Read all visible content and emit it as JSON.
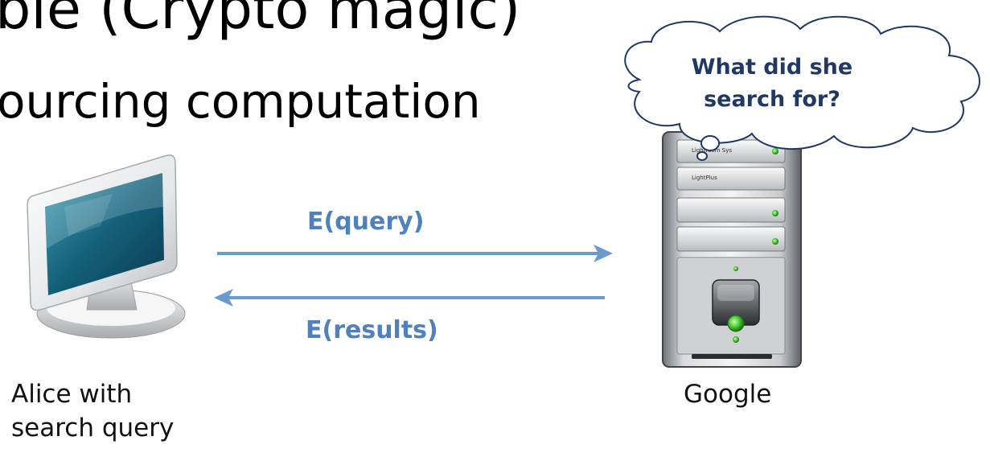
{
  "slide": {
    "title_line1": "ble (Crypto magic)",
    "title_line2": "ourcing computation"
  },
  "arrows": {
    "query_label": "E(query)",
    "results_label": "E(results)",
    "color": "#4f81bd"
  },
  "alice": {
    "caption_line1": "Alice with",
    "caption_line2": "search query",
    "icon": "computer-monitor-icon"
  },
  "google": {
    "caption": "Google",
    "icon": "server-tower-icon",
    "server_labels": [
      "Lightroom Sys",
      "LightPlus"
    ]
  },
  "thought_bubble": {
    "line1": "What did she",
    "line2": "search for?",
    "text_color": "#1f3864"
  }
}
